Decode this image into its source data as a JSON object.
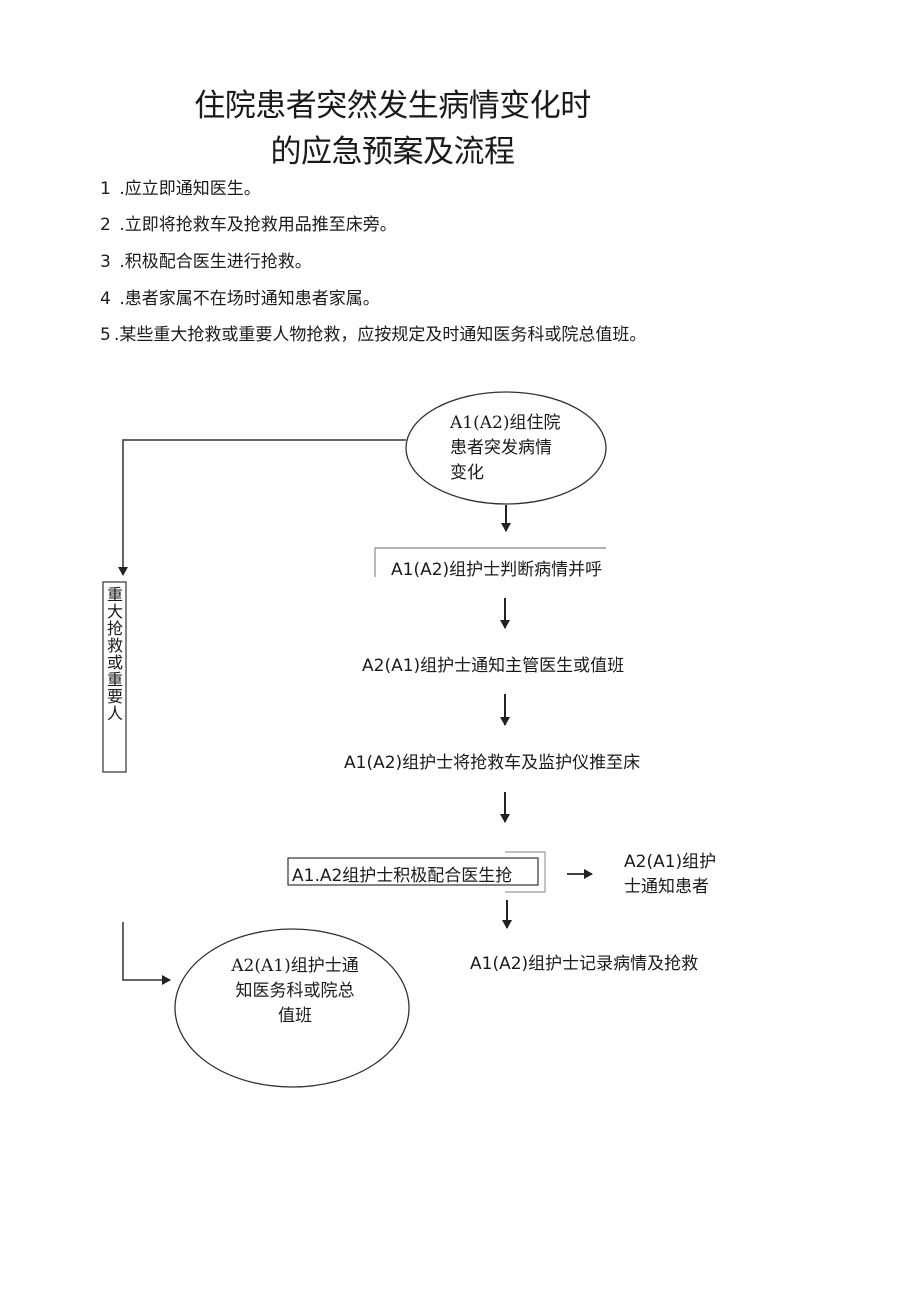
{
  "title": {
    "line1": "住院患者突然发生病情变化时",
    "line2": "的应急预案及流程"
  },
  "steps": [
    {
      "num": "1",
      "text": ".应立即通知医生。"
    },
    {
      "num": "2",
      "text": ".立即将抢救车及抢救用品推至床旁。"
    },
    {
      "num": "3",
      "text": ".积极配合医生进行抢救。"
    },
    {
      "num": "4",
      "text": ".患者家属不在场时通知患者家属。"
    },
    {
      "num": "5",
      "text": ".某些重大抢救或重要人物抢救，应按规定及时通知医务科或院总值班。"
    }
  ],
  "flow": {
    "start_ellipse": [
      "A1(A2)组住院",
      "患者突发病情",
      "变化"
    ],
    "step_judge": "A1(A2)组护士判断病情并呼",
    "step_notify_doctor": "A2(A1)组护士通知主管医生或值班",
    "step_cart": "A1(A2)组护士将抢救车及监护仪推至床",
    "step_assist": "A1.A2组护士积极配合医生抢",
    "side_notify_family": [
      "A2(A1)组护",
      "士通知患者"
    ],
    "step_record": "A1(A2)组护士记录病情及抢救",
    "vertical_box": "重大抢救或重要人",
    "end_ellipse": [
      "A2(A1)组护士通",
      "知医务科或院总",
      "值班"
    ]
  }
}
